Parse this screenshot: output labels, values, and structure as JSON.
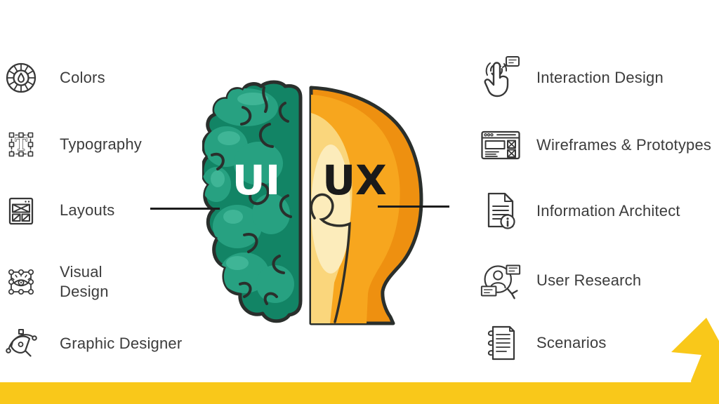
{
  "left_items": [
    {
      "label": "Colors",
      "icon": "color-wheel-icon"
    },
    {
      "label": "Typography",
      "icon": "typography-icon"
    },
    {
      "label": "Layouts",
      "icon": "layout-wireframe-icon"
    },
    {
      "label": "Visual Design",
      "icon": "visual-design-eye-icon"
    },
    {
      "label": "Graphic Designer",
      "icon": "pen-tool-icon"
    }
  ],
  "right_items": [
    {
      "label": "Interaction Design",
      "icon": "tap-gesture-icon"
    },
    {
      "label": "Wireframes & Prototypes",
      "icon": "browser-wireframe-icon"
    },
    {
      "label": "Information Architect",
      "icon": "document-info-icon"
    },
    {
      "label": "User Research",
      "icon": "user-magnifier-icon"
    },
    {
      "label": "Scenarios",
      "icon": "notebook-icon"
    }
  ],
  "center": {
    "ui_label": "UI",
    "ux_label": "UX",
    "left_shape": "brain-half",
    "right_shape": "lightbulb-half"
  },
  "colors": {
    "brain_green_dark": "#128465",
    "brain_green_light": "#27a181",
    "brain_green_lightest": "#3fb596",
    "bulb_orange_outer": "#ee9010",
    "bulb_orange_mid": "#f7a61e",
    "bulb_pale": "#fad67c",
    "bulb_cream": "#fcecbb",
    "accent_yellow": "#f9c81a",
    "outline": "#2a2f2c",
    "text": "#3c3c3c",
    "ui_text": "#ffffff",
    "ux_text": "#1a1a1a"
  }
}
